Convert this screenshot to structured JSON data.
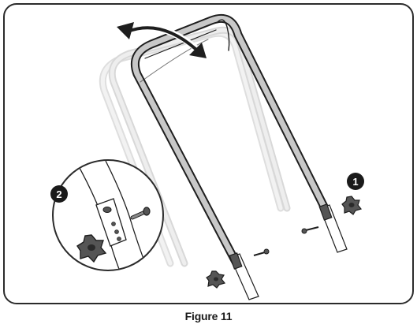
{
  "figure": {
    "caption": "Figure 11",
    "callouts": [
      {
        "label": "1"
      },
      {
        "label": "2"
      }
    ]
  },
  "colors": {
    "frame_stroke": "#2b2b2b",
    "handle_fill": "#c8c8c8",
    "ghost_handle_fill": "#e6e6e6",
    "ink": "#1e1e1e",
    "callout_fill": "#1a1a1a"
  },
  "icons": {
    "motion_arrow": "double-headed-curved-arrow-icon",
    "knob": "star-knob-icon",
    "bolt": "carriage-bolt-icon"
  }
}
